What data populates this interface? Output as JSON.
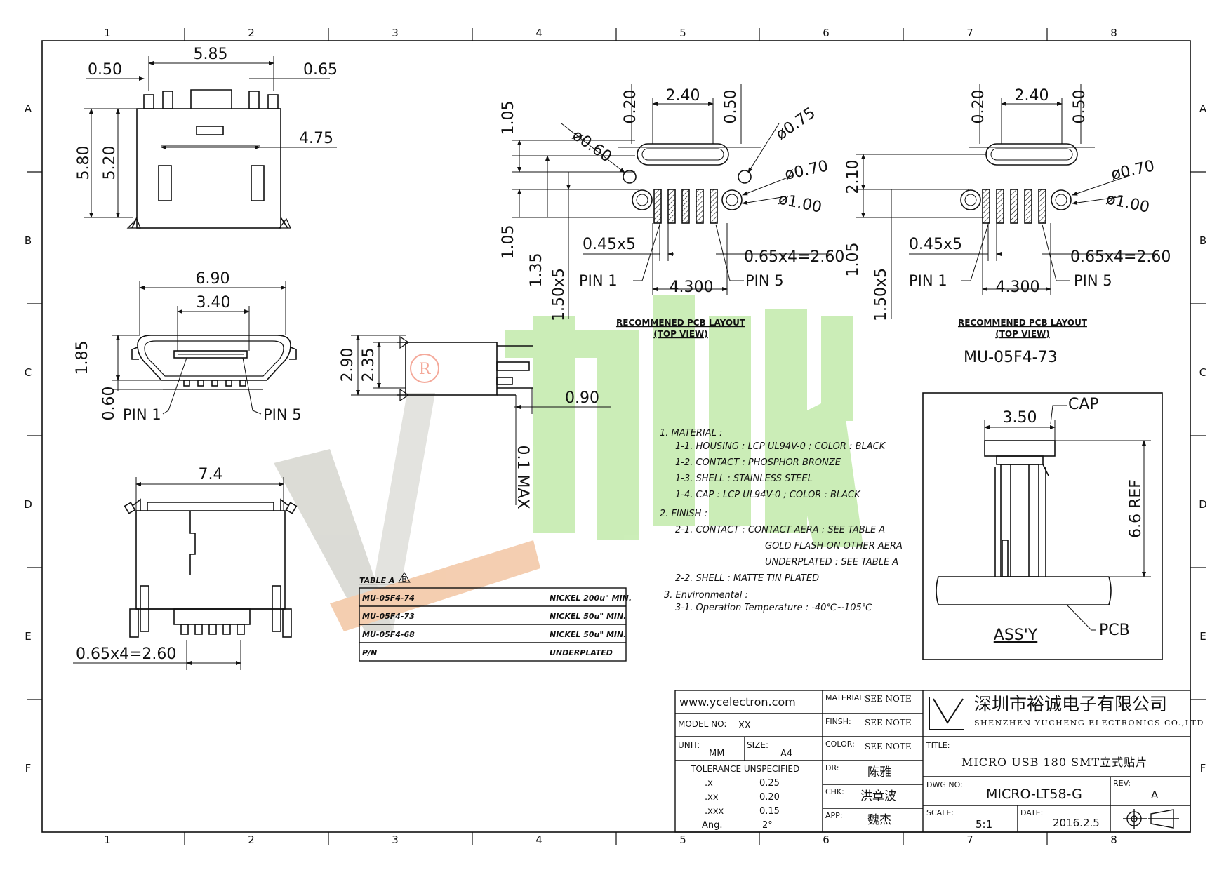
{
  "grid": {
    "columns": [
      "1",
      "2",
      "3",
      "4",
      "5",
      "6",
      "7",
      "8"
    ],
    "rows": [
      "A",
      "B",
      "C",
      "D",
      "E",
      "F"
    ]
  },
  "colors": {
    "line": "#111111",
    "watermark_green": "#c6ecb0",
    "watermark_gray": "#d8d8d2",
    "watermark_orange": "#f3c9a8"
  },
  "top_view": {
    "dims": {
      "overall": "5.85",
      "left_tab": "0.50",
      "right_tab": "0.65",
      "height_total": "5.80",
      "height_body": "5.20",
      "pad_span": "4.75"
    }
  },
  "front_view": {
    "dims": {
      "width_outer": "6.90",
      "width_inner": "3.40",
      "height": "1.85",
      "bottom": "0.60"
    },
    "labels": {
      "pin1": "PIN 1",
      "pin5": "PIN 5"
    }
  },
  "side_view": {
    "dims": {
      "h1": "2.90",
      "h2": "2.35",
      "lead": "0.90",
      "max": "0.1 MAX"
    }
  },
  "bottom_view": {
    "dims": {
      "width": "7.4",
      "pitch": "0.65x4=2.60"
    }
  },
  "pcb_layout_1": {
    "dims": {
      "slot": "2.40",
      "d020": "0.20",
      "d050": "0.50",
      "d105a": "1.05",
      "hole060": "ø0.60",
      "hole075": "ø0.75",
      "hole070": "ø0.70",
      "hole100": "ø1.00",
      "d105b": "1.05",
      "d135": "1.35",
      "d150x5": "1.50x5",
      "pad": "0.45x5",
      "pitch": "0.65x4=2.60",
      "span": "4.300"
    },
    "labels": {
      "pin1": "PIN 1",
      "pin5": "PIN 5",
      "title": "RECOMMENED PCB LAYOUT",
      "subtitle": "(TOP VIEW)"
    }
  },
  "pcb_layout_2": {
    "dims": {
      "slot": "2.40",
      "d020": "0.20",
      "d050": "0.50",
      "d210": "2.10",
      "hole070": "ø0.70",
      "hole100": "ø1.00",
      "d105": "1.05",
      "d150x5": "1.50x5",
      "pad": "0.45x5",
      "pitch": "0.65x4=2.60",
      "span": "4.300"
    },
    "labels": {
      "pin1": "PIN 1",
      "pin5": "PIN 5",
      "title": "RECOMMENED PCB LAYOUT",
      "subtitle": "(TOP VIEW)",
      "model": "MU-05F4-73"
    }
  },
  "assy_view": {
    "labels": {
      "cap": "CAP",
      "width": "3.50",
      "height": "6.6 REF",
      "pcb": "PCB",
      "title": "ASS'Y"
    }
  },
  "notes": [
    "1. MATERIAL :",
    "1-1. HOUSING : LCP UL94V-0 ; COLOR : BLACK",
    "1-2. CONTACT : PHOSPHOR BRONZE",
    "1-3. SHELL : STAINLESS STEEL",
    "1-4. CAP : LCP UL94V-0 ; COLOR : BLACK",
    "2. FINISH :",
    "2-1. CONTACT : CONTACT AERA : SEE TABLE A",
    "GOLD FLASH ON OTHER AERA",
    "UNDERPLATED : SEE TABLE A",
    "2-2. SHELL : MATTE TIN PLATED",
    "3. Environmental :",
    "3-1. Operation Temperature : -40℃~105℃"
  ],
  "table_a": {
    "title": "TABLE A",
    "rev_mark": "B",
    "rows": [
      {
        "pn": "MU-05F4-74",
        "finish": "NICKEL 200u\" MIN."
      },
      {
        "pn": "MU-05F4-73",
        "finish": "NICKEL 50u\" MIN."
      },
      {
        "pn": "MU-05F4-68",
        "finish": "NICKEL 50u\" MIN."
      },
      {
        "pn": "P/N",
        "finish": "UNDERPLATED"
      }
    ]
  },
  "title_block": {
    "website": "www.ycelectron.com",
    "model_no_label": "MODEL NO:",
    "model_no": "XX",
    "unit_label": "UNIT:",
    "unit": "MM",
    "size_label": "SIZE:",
    "size": "A4",
    "tolerance_title": "TOLERANCE UNSPECIFIED",
    "tolerances": [
      {
        "k": ".x",
        "v": "0.25"
      },
      {
        "k": ".xx",
        "v": "0.20"
      },
      {
        "k": ".xxx",
        "v": "0.15"
      },
      {
        "k": "Ang.",
        "v": "2°"
      }
    ],
    "material_label": "MATERIAL:",
    "material": "SEE NOTE",
    "finish_label": "FINSH:",
    "finish": "SEE NOTE",
    "color_label": "COLOR:",
    "color": "SEE NOTE",
    "dr_label": "DR:",
    "dr": "陈雅",
    "chk_label": "CHK:",
    "chk": "洪章波",
    "app_label": "APP:",
    "app": "魏杰",
    "company_cn": "深圳市裕诚电子有限公司",
    "company_en": "SHENZHEN YUCHENG ELECTRONICS CO.,LTD",
    "title_label": "TITLE:",
    "title": "MICRO USB 180 SMT立式贴片",
    "dwg_no_label": "DWG NO:",
    "dwg_no": "MICRO-LT58-G",
    "rev_label": "REV:",
    "rev": "A",
    "scale_label": "SCALE:",
    "scale": "5:1",
    "date_label": "DATE:",
    "date": "2016.2.5"
  },
  "watermark": {
    "registered": "R"
  }
}
